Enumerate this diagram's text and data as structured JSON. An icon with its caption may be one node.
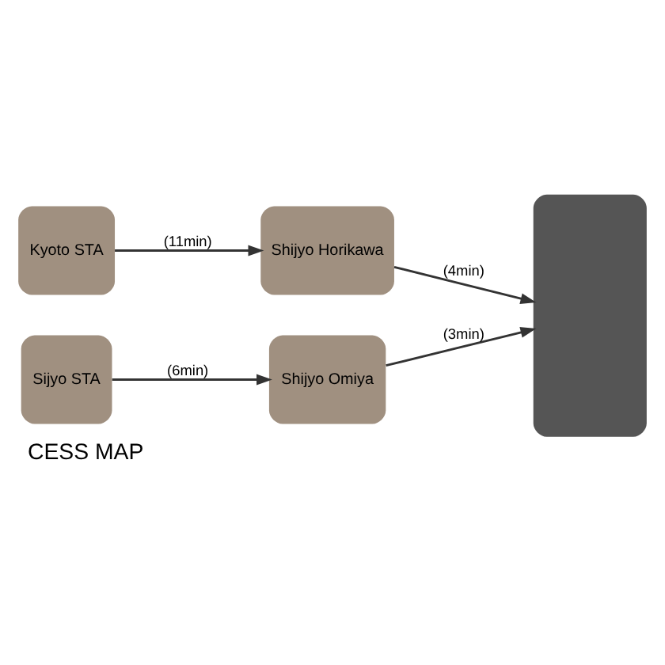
{
  "diagram": {
    "title": "CESS MAP",
    "nodes": [
      {
        "text": [
          "Kyoto STA"
        ]
      },
      {
        "text": [
          "Sijyo STA"
        ]
      },
      {
        "text": [
          "Shijyo Horikawa"
        ]
      },
      {
        "text": [
          "Shijyo Omiya"
        ]
      },
      {
        "text": [],
        "shape": "box"
      }
    ],
    "edges": [
      {
        "from": 0,
        "to": 2,
        "arrow": "to",
        "label": "(11min)"
      },
      {
        "from": 1,
        "to": 3,
        "arrow": "to",
        "label": "(6min)"
      },
      {
        "from": 2,
        "to": 4,
        "arrow": "to",
        "label": "(4min)"
      },
      {
        "from": 3,
        "to": 4,
        "arrow": "to",
        "label": "(3min)"
      }
    ]
  }
}
